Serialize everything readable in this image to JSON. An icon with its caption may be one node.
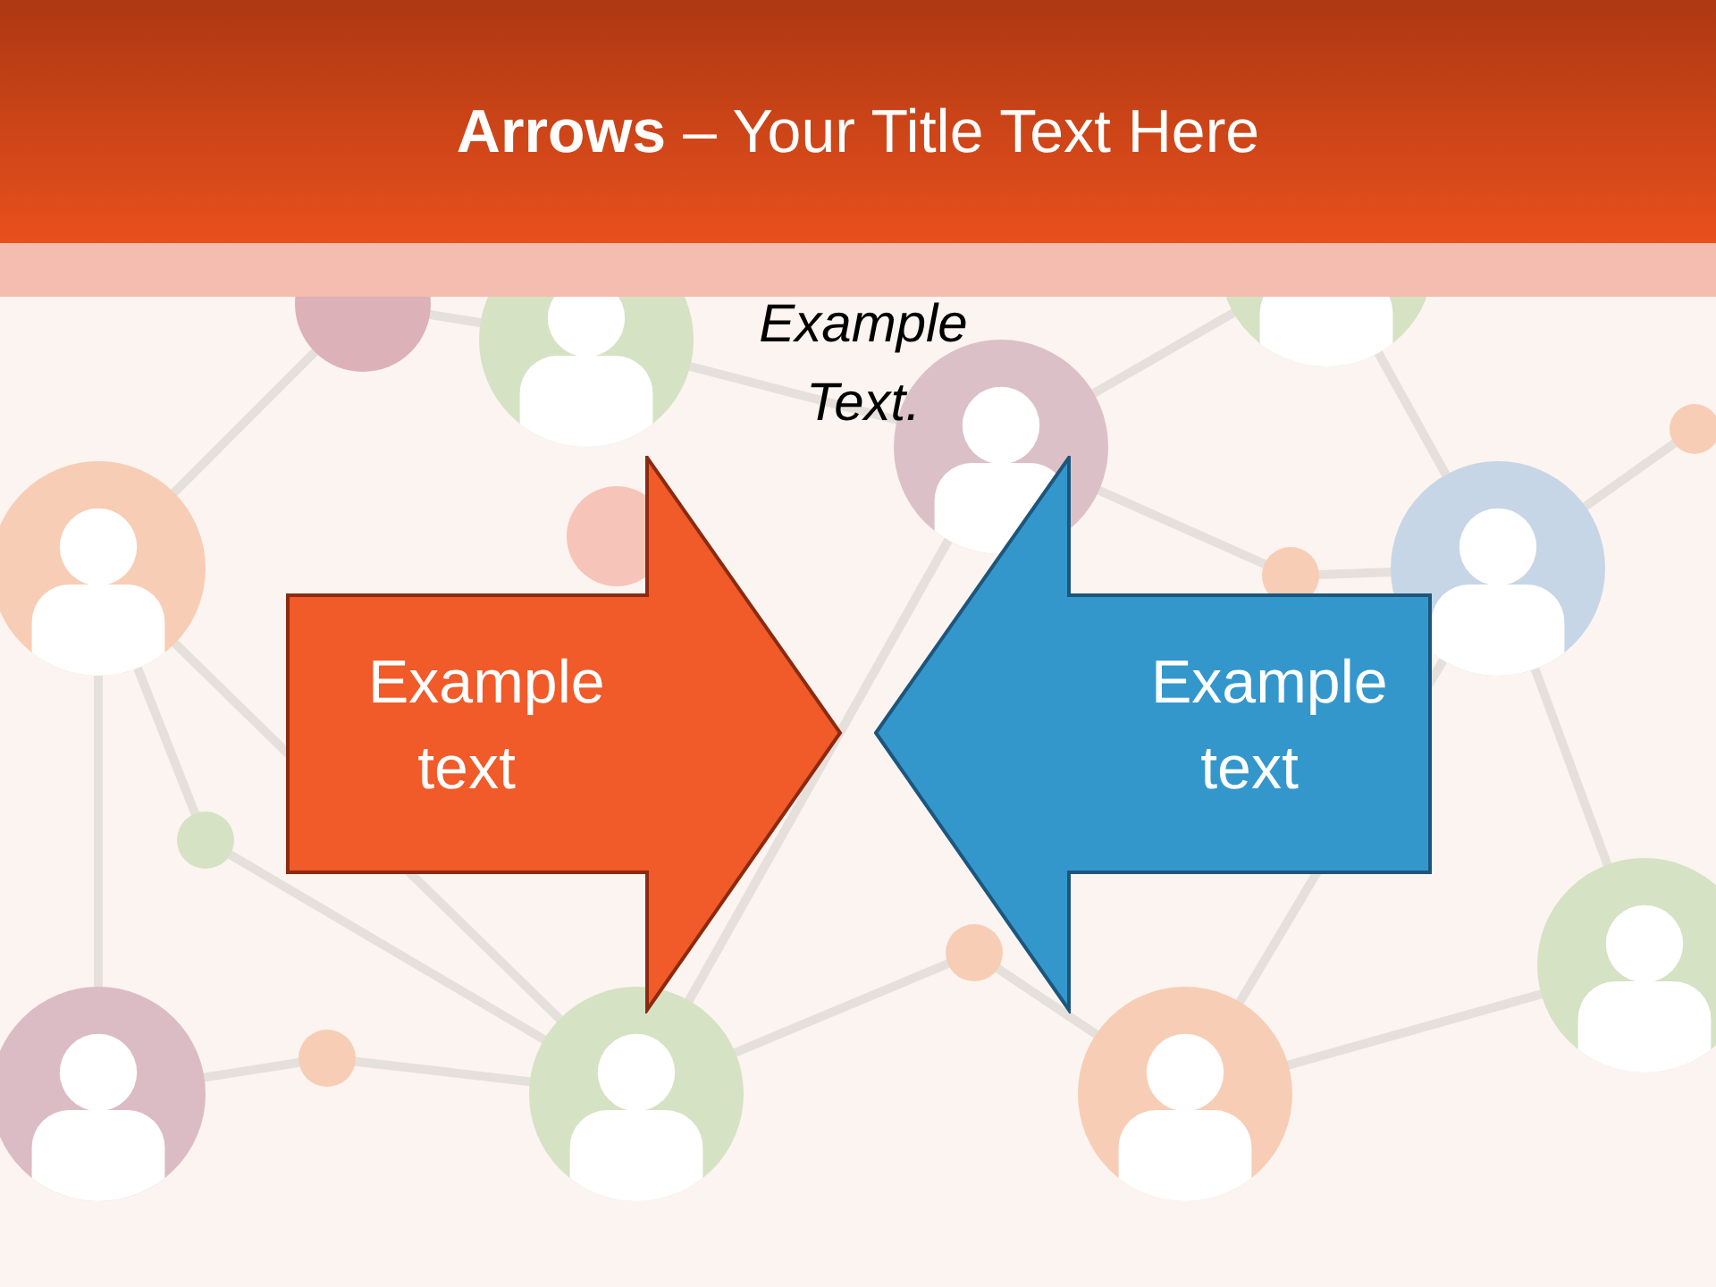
{
  "diagram": {
    "title": "**Arrows** – Your Title Text Here",
    "nodes": [
      {
        "text": [
          "Example text"
        ]
      },
      {
        "text": [
          "Example text"
        ]
      }
    ],
    "labels": [
      "Example Text."
    ]
  }
}
